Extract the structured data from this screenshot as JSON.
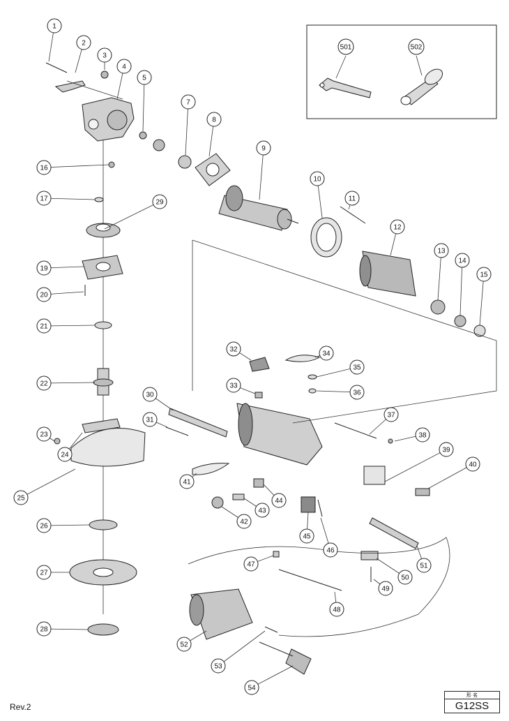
{
  "revision": "Rev.2",
  "model": {
    "kind_label": "形 名",
    "code": "G12SS"
  },
  "callouts": [
    "1",
    "2",
    "3",
    "4",
    "5",
    "7",
    "8",
    "9",
    "10",
    "11",
    "12",
    "13",
    "14",
    "15",
    "16",
    "17",
    "19",
    "20",
    "21",
    "22",
    "23",
    "24",
    "25",
    "26",
    "27",
    "28",
    "29",
    "30",
    "31",
    "32",
    "33",
    "34",
    "35",
    "36",
    "37",
    "38",
    "39",
    "40",
    "41",
    "42",
    "43",
    "44",
    "45",
    "46",
    "47",
    "48",
    "49",
    "50",
    "51",
    "52",
    "53",
    "54",
    "501",
    "502"
  ],
  "colors": {
    "line": "#222222",
    "part_fill": "#d9d9d9",
    "part_dark": "#8a8a8a",
    "background": "#ffffff"
  }
}
